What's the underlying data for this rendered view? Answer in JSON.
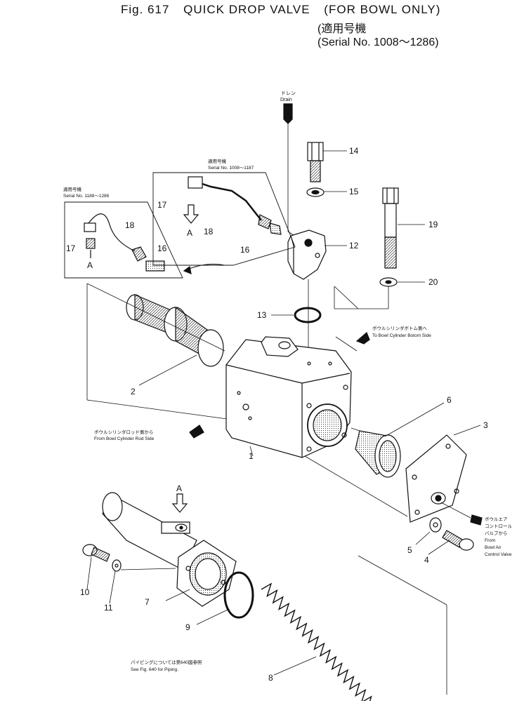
{
  "header": {
    "fig": "Fig. 617",
    "title": "QUICK DROP VALVE",
    "qualifier": "(FOR BOWL ONLY)",
    "serial_jp": "(適用号機",
    "serial_en": "(Serial No. 1008～1286)"
  },
  "insets": {
    "left": {
      "jp": "適用号機",
      "en": "Serial No. 1188～1286"
    },
    "right": {
      "jp": "適用号機",
      "en": "Serial No. 1008～1187"
    }
  },
  "annotations": {
    "drain_jp": "ドレン",
    "drain_en": "Drain",
    "to_bottom_jp": "ボウルシリンダボトム側へ",
    "to_bottom_en": "To Bowl Cylinder Botom Side",
    "from_rod_jp": "ボウルシリンダロッド側から",
    "from_rod_en": "From Bowl Cylinder Rod Side",
    "air_jp": [
      "ボウルエア",
      "コントロール",
      "バルブから"
    ],
    "air_en": [
      "From",
      "Bowl Air",
      "Control Valve"
    ],
    "piping_jp": "パイピングについては第640図参照",
    "piping_en": "See Fig. 640 for Piping.",
    "port_a": "A"
  },
  "parts": {
    "p1": "1",
    "p2": "2",
    "p3": "3",
    "p4": "4",
    "p5": "5",
    "p6": "6",
    "p7": "7",
    "p8": "8",
    "p9": "9",
    "p10": "10",
    "p11": "11",
    "p12": "12",
    "p13": "13",
    "p14": "14",
    "p15": "15",
    "p16a": "16",
    "p16b": "16",
    "p17a": "17",
    "p17b": "17",
    "p18a": "18",
    "p18b": "18",
    "p19": "19",
    "p20": "20"
  },
  "colors": {
    "ink": "#111111",
    "paper": "#ffffff",
    "shade": "#555555"
  }
}
